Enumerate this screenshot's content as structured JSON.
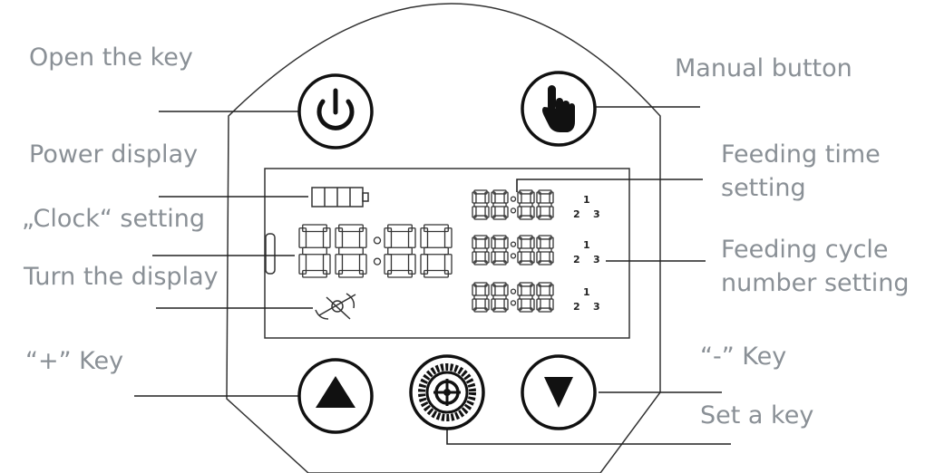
{
  "labels": {
    "open_key": "Open the key",
    "power_display": "Power display",
    "clock_setting": "„Clock“ setting",
    "turn_display": "Turn the display",
    "plus_key": "“+” Key",
    "manual_button": "Manual button",
    "feeding_time_1": "Feeding time",
    "feeding_time_2": "setting",
    "feeding_cycle_1": "Feeding cycle",
    "feeding_cycle_2": "number setting",
    "minus_key": "“-” Key",
    "set_key": "Set a key"
  },
  "lcd": {
    "clock_digits": "88:88",
    "schedule_rows": [
      {
        "time": "88:88",
        "marks": [
          "1",
          "2",
          "3"
        ]
      },
      {
        "time": "88:88",
        "marks": [
          "1",
          "2",
          "3"
        ]
      },
      {
        "time": "88:88",
        "marks": [
          "1",
          "2",
          "3"
        ]
      }
    ]
  },
  "icons": {
    "power_button": "power-icon",
    "manual_button": "hand-pointer-icon",
    "plus_button": "triangle-up-icon",
    "minus_button": "triangle-down-icon",
    "set_button": "gear-icon",
    "battery": "battery-icon",
    "rotate": "rotate-icon"
  },
  "colors": {
    "label": "#8a9096",
    "outline": "#222222",
    "lcd_segment": "#333333"
  }
}
